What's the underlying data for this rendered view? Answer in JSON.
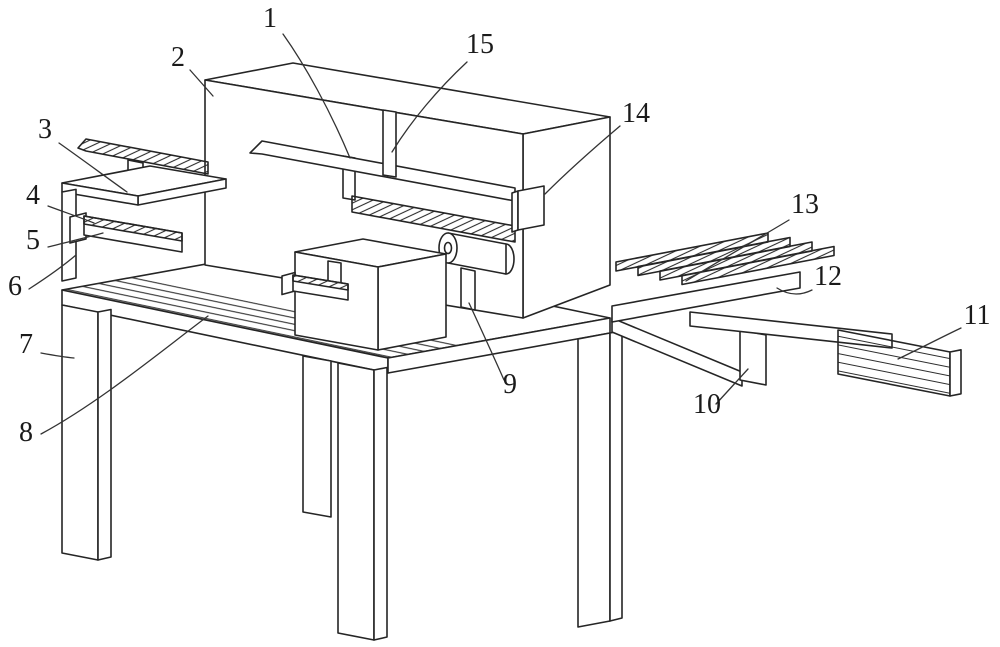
{
  "figure": {
    "kind": "patent-style machine line drawing",
    "background_color": "#ffffff",
    "line_color": "#252525",
    "label_color": "#1a1a1a"
  },
  "callouts": [
    {
      "text": "1"
    },
    {
      "text": "2"
    },
    {
      "text": "3"
    },
    {
      "text": "4"
    },
    {
      "text": "5"
    },
    {
      "text": "6"
    },
    {
      "text": "7"
    },
    {
      "text": "8"
    },
    {
      "text": "9"
    },
    {
      "text": "10"
    },
    {
      "text": "11"
    },
    {
      "text": "12"
    },
    {
      "text": "13"
    },
    {
      "text": "14"
    },
    {
      "text": "15"
    }
  ]
}
